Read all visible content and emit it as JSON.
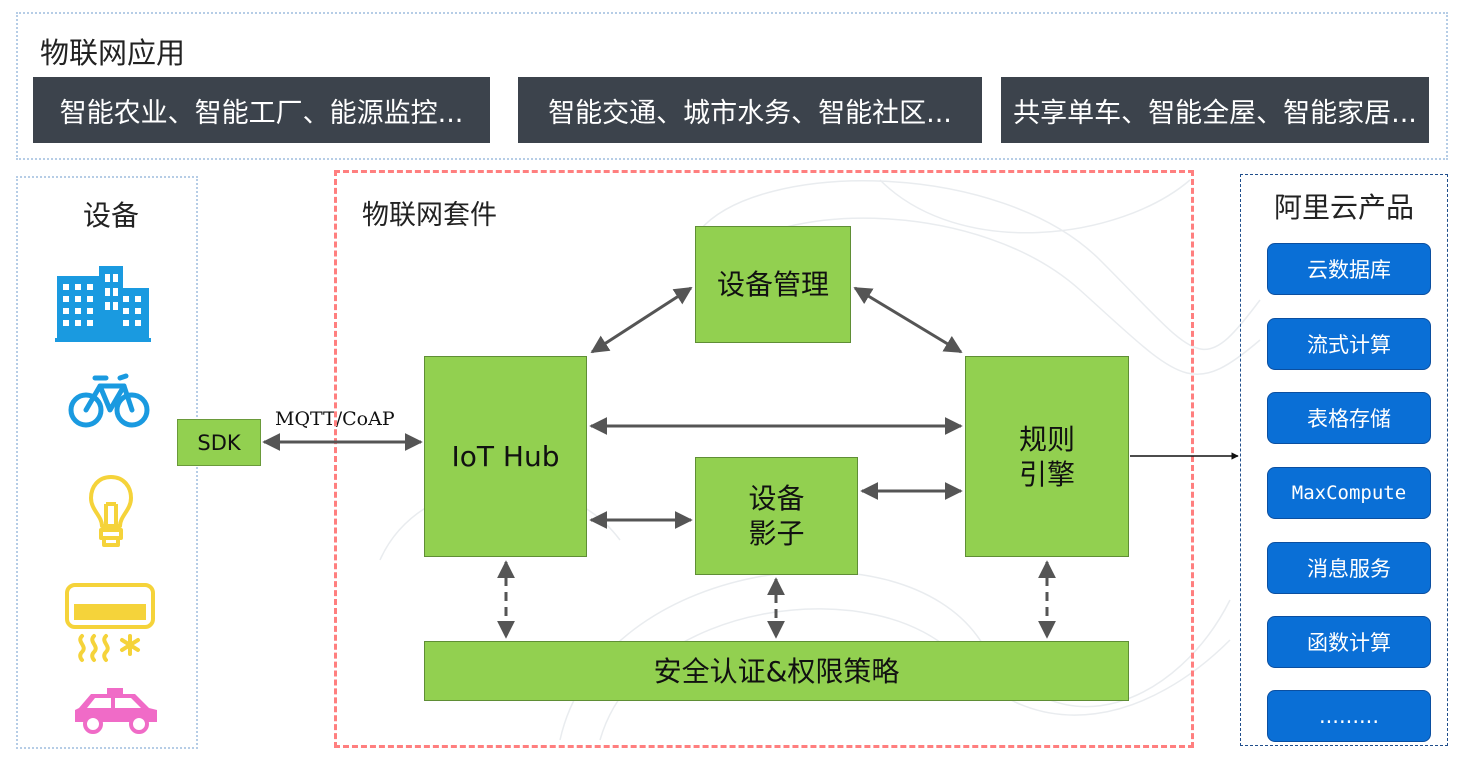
{
  "applications": {
    "title": "物联网应用",
    "boxes": [
      "智能农业、智能工厂、能源监控...",
      "智能交通、城市水务、智能社区...",
      "共享单车、智能全屋、智能家居..."
    ]
  },
  "devices": {
    "title": "设备",
    "icons": [
      "building-icon",
      "bicycle-icon",
      "lightbulb-icon",
      "air-conditioner-icon",
      "car-icon"
    ],
    "sdk_label": "SDK",
    "protocol_label": "MQTT/CoAP"
  },
  "suite": {
    "title": "物联网套件",
    "device_management": "设备管理",
    "iot_hub": "IoT Hub",
    "device_shadow": "设备\n影子",
    "rule_engine": "规则\n引擎",
    "security": "安全认证&权限策略"
  },
  "cloud": {
    "title": "阿里云产品",
    "products": [
      "云数据库",
      "流式计算",
      "表格存储",
      "MaxCompute",
      "消息服务",
      "函数计算",
      "........."
    ]
  },
  "colors": {
    "app_box": "#3c434c",
    "green_box": "#92d050",
    "cloud_button": "#0a6fd6",
    "suite_border": "#ff7f7f",
    "icon_blue": "#1a9ae0",
    "icon_yellow": "#f5d33a",
    "icon_pink": "#f06bc7"
  }
}
